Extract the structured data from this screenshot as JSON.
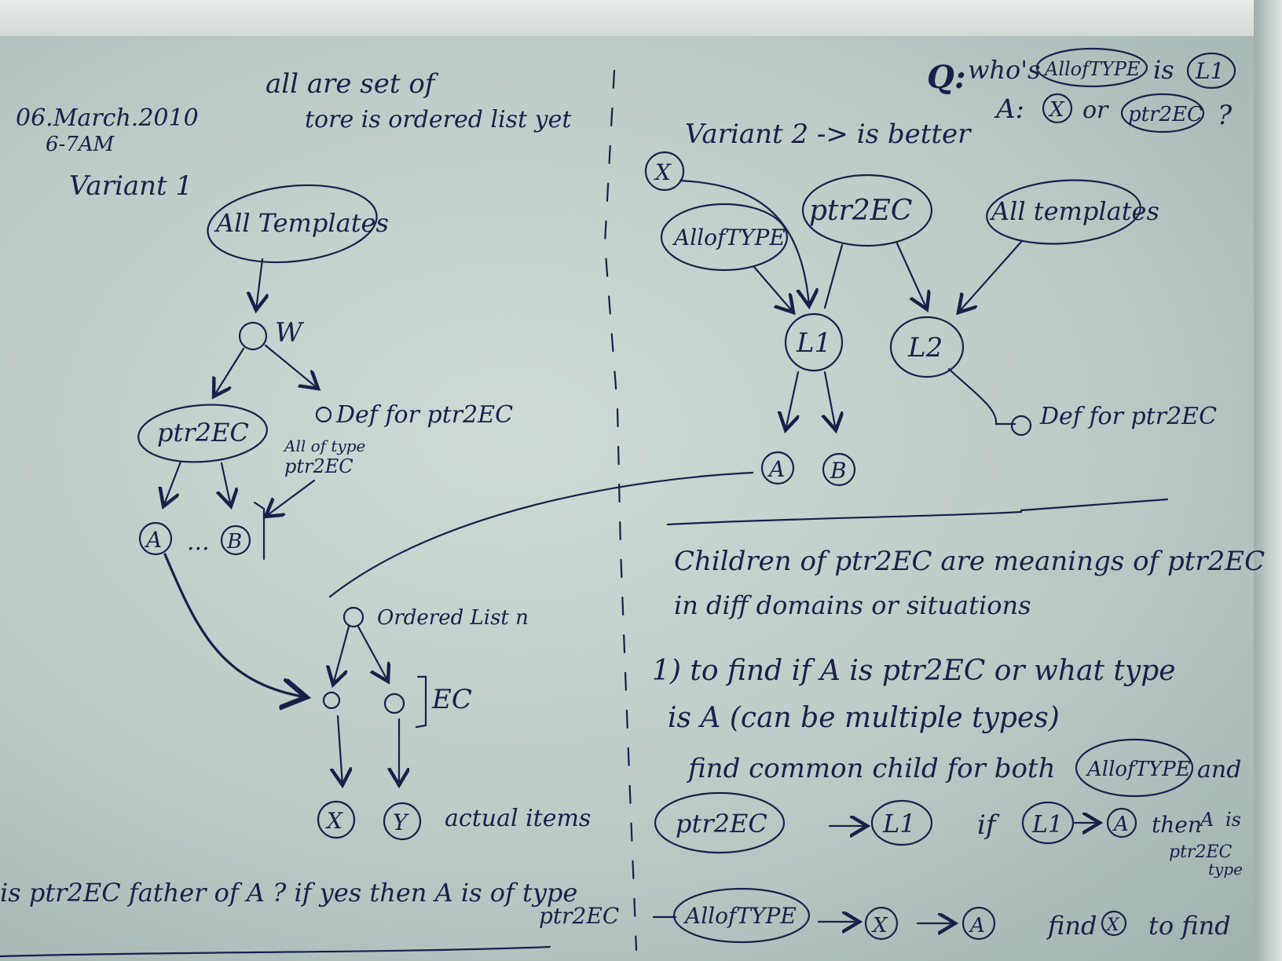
{
  "header": {
    "date": "06.March.2010",
    "time": "6-7AM",
    "note_top": [
      "all are set of",
      "tore is ordered list yet"
    ]
  },
  "variant1": {
    "title": "Variant 1",
    "nodes": {
      "all_templates": "All Templates",
      "w": "W",
      "ptr2ec": "ptr2EC",
      "def_for": "Def for ptr2EC",
      "all_of_type": [
        "All of type",
        "ptr2EC"
      ],
      "a": "A",
      "ellipsis": "...",
      "b": "B",
      "ordered_list": "Ordered List n",
      "ec": "EC",
      "x": "X",
      "y": "Y",
      "actual_items": "actual items"
    },
    "bottom_question": [
      "is ptr2EC father of A ? if yes then A is of type",
      "ptr2EC"
    ]
  },
  "variant2": {
    "title": "Variant 2 -> is better",
    "question": {
      "q": "Q:",
      "text": "who's",
      "alloftype": "AllofTYPE",
      "is": "is",
      "l1": "L1"
    },
    "answer": {
      "a": "A:",
      "x": "X",
      "or": "or",
      "ptr2ec": "ptr2EC",
      "mark": "?"
    },
    "nodes": {
      "x": "X",
      "alloftype": "AllofTYPE",
      "ptr2ec": "ptr2EC",
      "all_templates": "All templates",
      "l1": "L1",
      "l2": "L2",
      "def_for": "Def for ptr2EC",
      "a": "A",
      "b": "B"
    },
    "notes": {
      "line1": "Children of ptr2EC are meanings of ptr2EC",
      "line2": "in diff domains or situations",
      "line3": "1) to find if A is ptr2EC or what type",
      "line4": "is A (can be multiple types)",
      "line5": "find common child for both",
      "alloftype": "AllofTYPE",
      "and": "and",
      "ptr2ec": "ptr2EC",
      "l1": "L1",
      "if": "if",
      "l1b": "L1",
      "a": "A",
      "then": "then",
      "a2": "A",
      "is": "is",
      "type_ptr": "ptr2EC",
      "type_word": "type",
      "alloftype2": "AllofTYPE",
      "x": "X",
      "a3": "A",
      "find": "find",
      "x2": "X",
      "tofind": "to find"
    }
  }
}
